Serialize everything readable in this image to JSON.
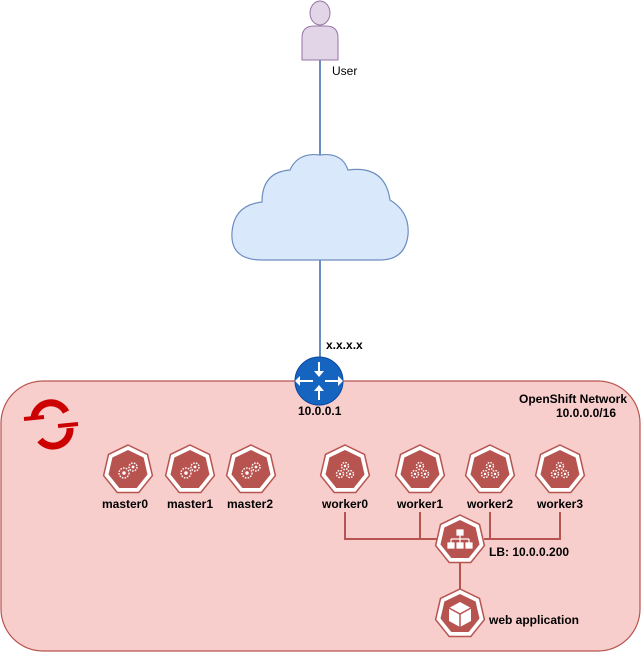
{
  "user": {
    "label": "User"
  },
  "router": {
    "external_ip": "x.x.x.x",
    "internal_ip": "10.0.0.1"
  },
  "network": {
    "name": "OpenShift Network",
    "cidr": "10.0.0.0/16"
  },
  "masters": [
    "master0",
    "master1",
    "master2"
  ],
  "workers": [
    "worker0",
    "worker1",
    "worker2",
    "worker3"
  ],
  "load_balancer": {
    "label": "LB: 10.0.0.200"
  },
  "app": {
    "label": "web application"
  },
  "colors": {
    "network_fill": "#f8cecc",
    "network_stroke": "#b85450",
    "node_fill": "#b85450",
    "line": "#6c8ebf",
    "router": "#1565c0",
    "cloud_fill": "#dae8fc",
    "user_fill": "#e1d5e7",
    "user_stroke": "#9673a6",
    "openshift_red": "#cc0000"
  }
}
